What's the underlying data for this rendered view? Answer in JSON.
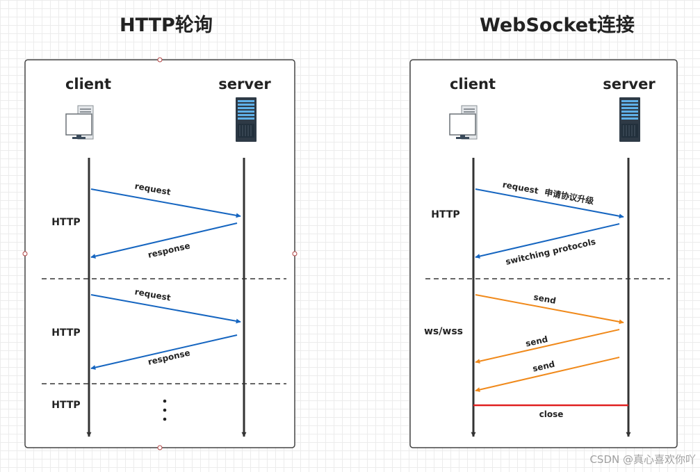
{
  "left": {
    "title": "HTTP轮询",
    "client": "client",
    "server": "server",
    "phases": [
      "HTTP",
      "HTTP",
      "HTTP"
    ],
    "messages": [
      "request",
      "response",
      "request",
      "response"
    ]
  },
  "right": {
    "title": "WebSocket连接",
    "client": "client",
    "server": "server",
    "phases": [
      "HTTP",
      "ws/wss"
    ],
    "messages": [
      "request",
      "申请协议升级",
      "switching protocols",
      "send",
      "send",
      "send",
      "close"
    ]
  },
  "colors": {
    "http_arrow": "#1565c0",
    "ws_arrow": "#f0891a",
    "close_line": "#e02020",
    "lifeline": "#333333"
  },
  "icons": [
    "desktop-computer-icon",
    "server-rack-icon"
  ],
  "watermark": "CSDN @真心喜欢你吖"
}
